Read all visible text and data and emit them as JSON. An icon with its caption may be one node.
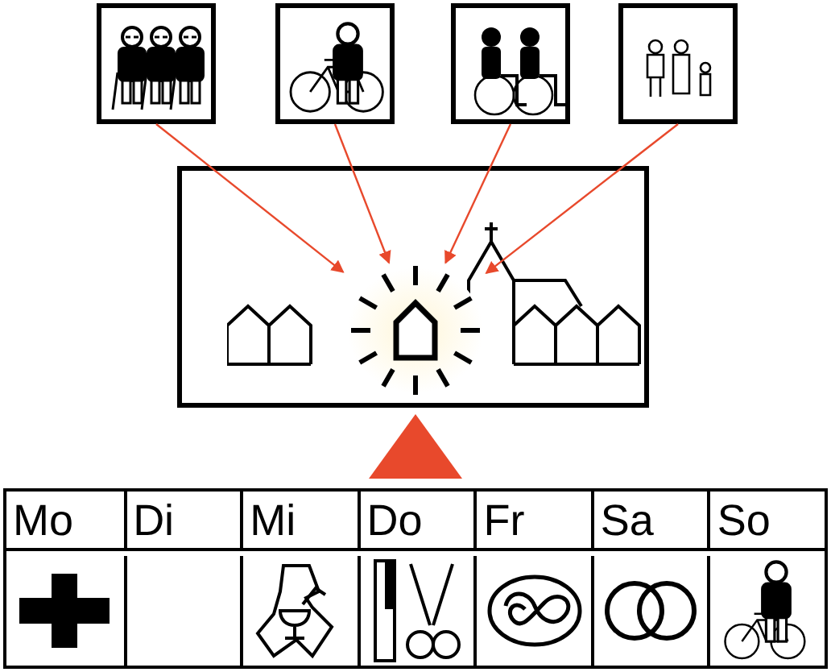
{
  "diagram": {
    "nodes": [
      {
        "text": [],
        "shape": "picture"
      },
      {
        "text": [],
        "shape": "picture"
      },
      {
        "text": [],
        "shape": "picture"
      },
      {
        "text": [],
        "shape": "picture"
      },
      {
        "text": [],
        "shape": "box"
      },
      {
        "text": [],
        "shape": "picture",
        "in": 4
      }
    ],
    "edges": [
      {
        "from": 0,
        "to": 5,
        "arrow": "to"
      },
      {
        "from": 1,
        "to": 5,
        "arrow": "to"
      },
      {
        "from": 2,
        "to": 5,
        "arrow": "to"
      },
      {
        "from": 3,
        "to": 5,
        "arrow": "to"
      }
    ],
    "labels": [
      "Mo",
      "Di",
      "Mi",
      "Do",
      "Fr",
      "Sa",
      "So"
    ]
  }
}
